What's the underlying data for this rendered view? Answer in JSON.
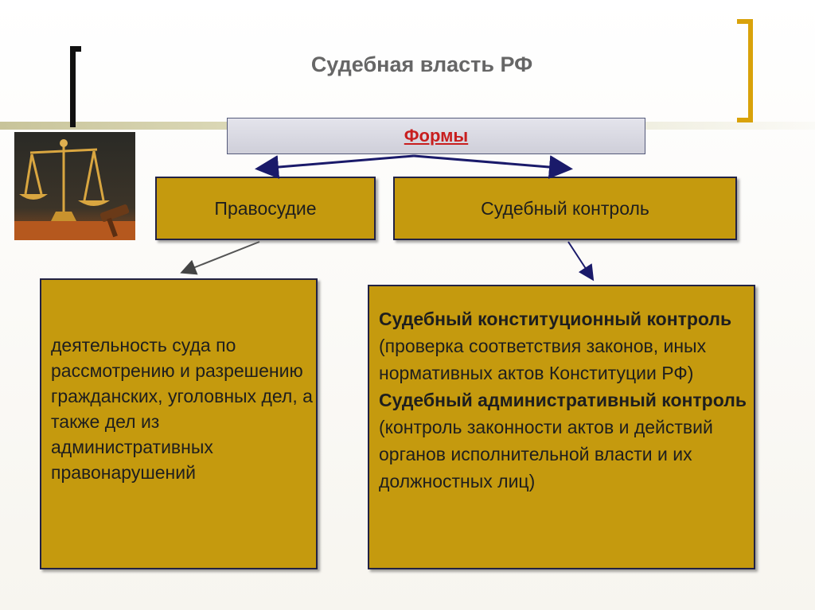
{
  "title": "Судебная власть РФ",
  "forms_label": "Формы",
  "forms": [
    {
      "label": "Правосудие"
    },
    {
      "label": "Судебный контроль"
    }
  ],
  "justice_description": "деятельность суда по рассмотрению и разрешению гражданских, уголовных дел, а также дел из административных правонарушений",
  "judicial_control": {
    "constitutional_title": "Судебный конституционный контроль",
    "constitutional_desc": " (проверка соответствия законов, иных нормативных актов Конституции РФ)",
    "administrative_title": "Судебный административный контроль",
    "administrative_desc": "(контроль законности актов и действий органов исполнительной власти и их должностных лиц)"
  },
  "colors": {
    "box_fill": "#c59a0e",
    "accent_red": "#c81e1e",
    "bracket_gold": "#d9a20a",
    "arrow_navy": "#1a1a6a"
  },
  "icons": [
    "scales-of-justice-image"
  ]
}
